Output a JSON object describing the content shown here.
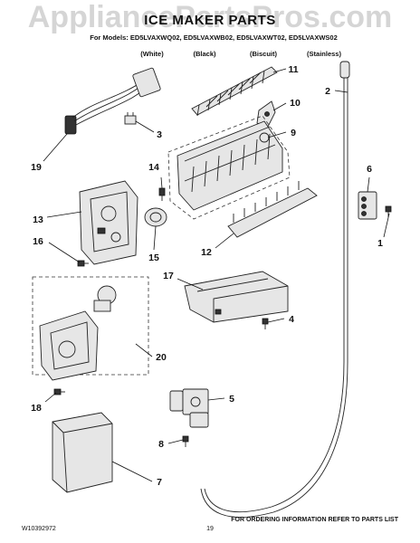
{
  "watermark": "AppliancePartsPros.com",
  "title": "ICE MAKER PARTS",
  "models_line": "For Models: ED5LVAXWQ02, ED5LVAXWB02, ED5LVAXWT02, ED5LVAXWS02",
  "colors": [
    "(White)",
    "(Black)",
    "(Biscuit)",
    "(Stainless)"
  ],
  "callouts": [
    "1",
    "2",
    "3",
    "4",
    "5",
    "6",
    "7",
    "8",
    "9",
    "10",
    "11",
    "12",
    "13",
    "14",
    "15",
    "16",
    "17",
    "18",
    "19",
    "20"
  ],
  "footer": {
    "doc_number": "W10392972",
    "page_number": "19",
    "ordering_note": "FOR ORDERING INFORMATION REFER TO PARTS LIST"
  }
}
